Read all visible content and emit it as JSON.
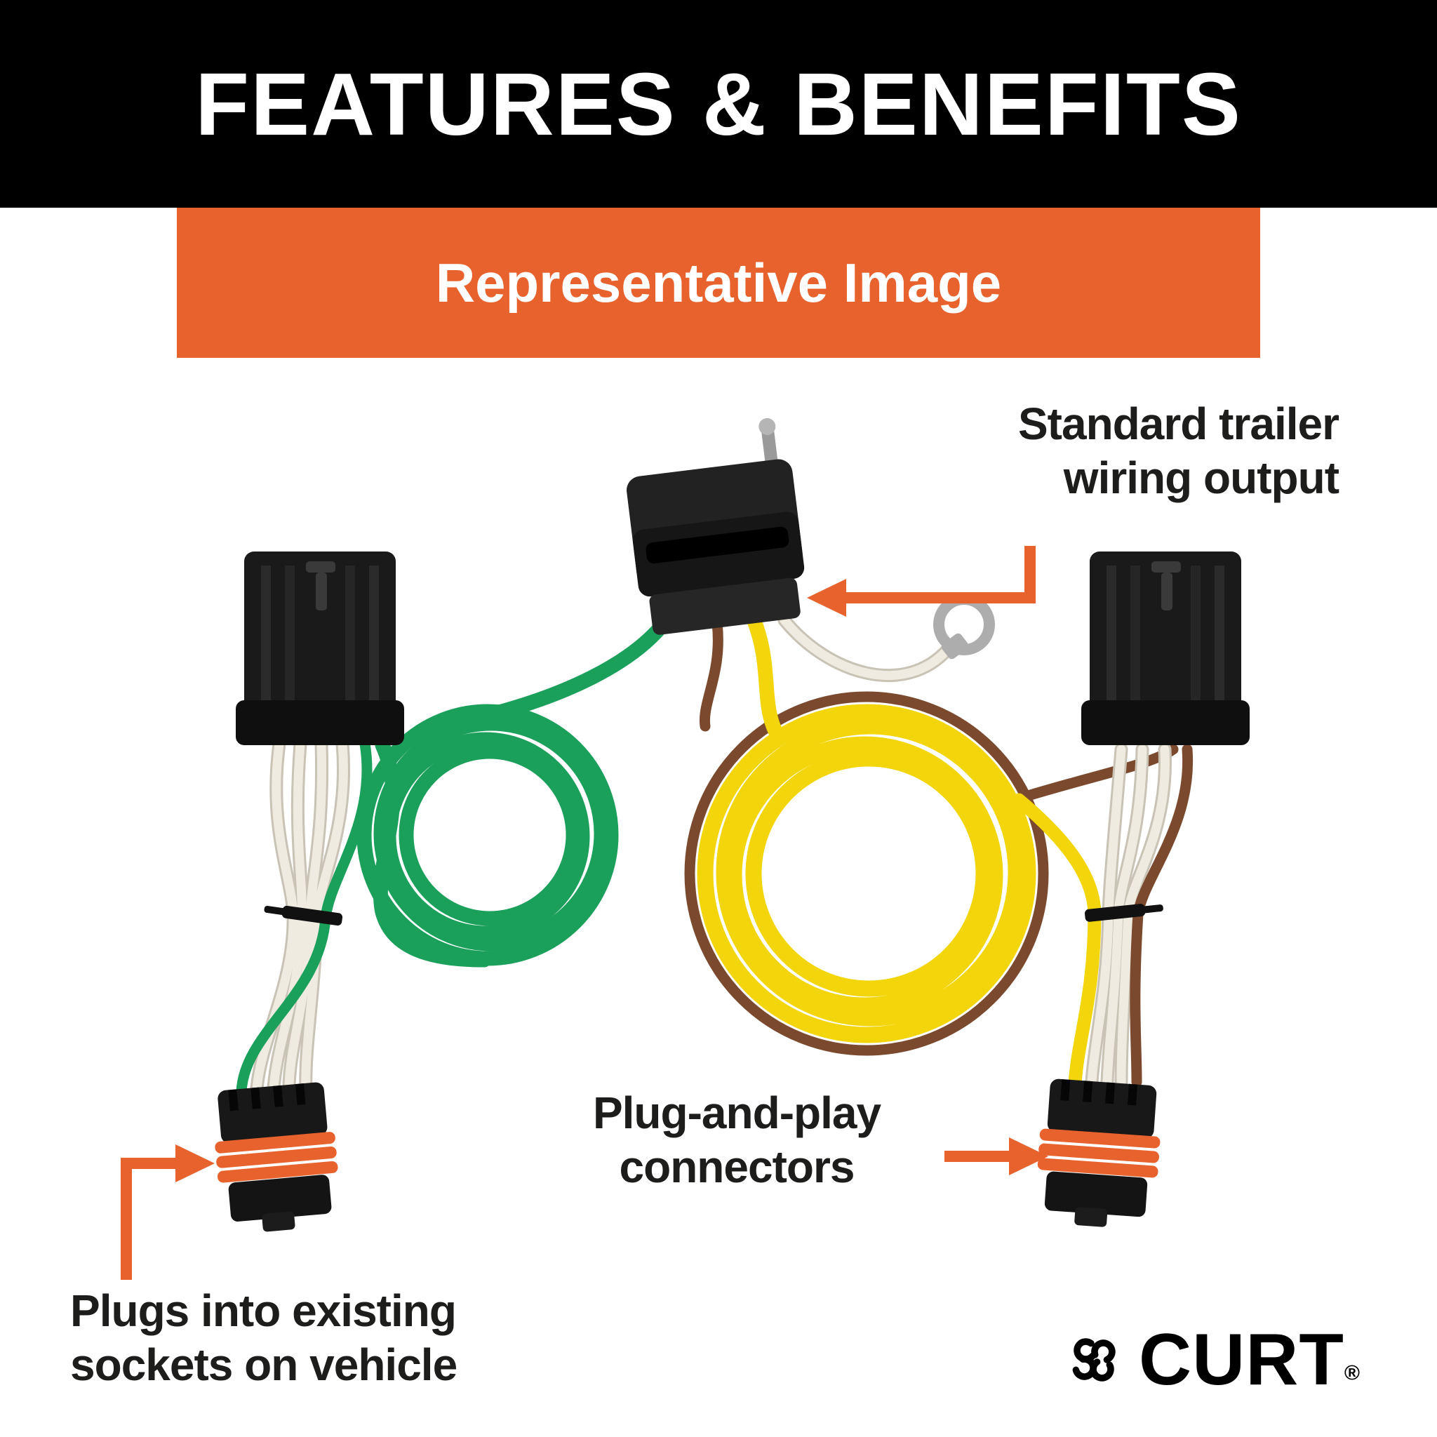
{
  "header": {
    "title": "FEATURES & BENEFITS",
    "subtitle": "Representative Image"
  },
  "annotations": {
    "standard_trailer": {
      "line1": "Standard trailer",
      "line2": "wiring output"
    },
    "plug_and_play": {
      "line1": "Plug-and-play",
      "line2": "connectors"
    },
    "plugs_into": {
      "line1": "Plugs into existing",
      "line2": "sockets on vehicle"
    }
  },
  "logo": {
    "brand": "CURT",
    "registered": "®"
  },
  "colors": {
    "accent_orange": "#E8622D",
    "banner_black": "#000000",
    "wire_green": "#1BA05C",
    "wire_yellow": "#F2D50A",
    "wire_brown": "#7B4A2E",
    "wire_white": "#EFEBE1",
    "connector_black": "#1A1A1A"
  },
  "icons": {
    "logo_icon": "curt-knot-icon",
    "pointer_icon": "orange-arrow-icon",
    "illustration": "trailer-wiring-harness-photo"
  }
}
